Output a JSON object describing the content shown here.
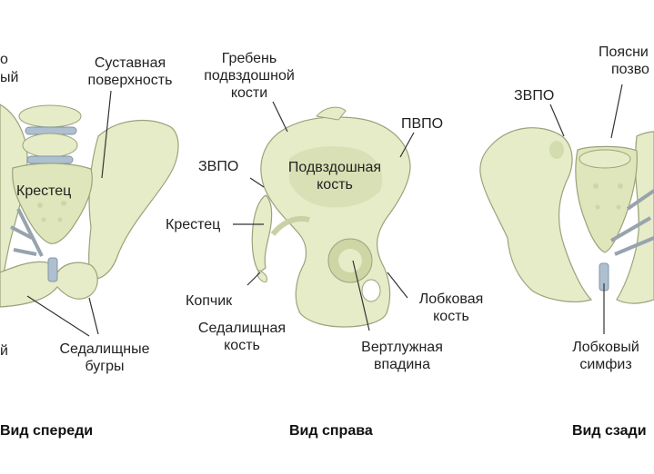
{
  "colors": {
    "bone": "#e6ebc8",
    "bone_dark": "#cdd6a4",
    "bone_outline": "#9aa37a",
    "disc": "#aebfcf",
    "ligament": "#97a3ad",
    "leader": "#333333",
    "text": "#222222"
  },
  "front": {
    "label_top_left_1": "о",
    "label_top_left_2": "ый",
    "joint_surface": [
      "Суставная",
      "поверхность"
    ],
    "sacrum": "Крестец",
    "label_bottom_left": "й",
    "ischial_tuberosities": [
      "Седалищные",
      "бугры"
    ],
    "title": "Вид спереди"
  },
  "side": {
    "iliac_crest": [
      "Гребень",
      "подвздошной",
      "кости"
    ],
    "zvpo": "ЗВПО",
    "pvpo": "ПВПО",
    "ilium": [
      "Подвздошная",
      "кость"
    ],
    "sacrum": "Крестец",
    "coccyx": "Копчик",
    "ischium": [
      "Седалищная",
      "кость"
    ],
    "pubic": [
      "Лобковая",
      "кость"
    ],
    "acetabulum": [
      "Вертлужная",
      "впадина"
    ],
    "title": "Вид справа"
  },
  "back": {
    "zvpo": "ЗВПО",
    "lumbar": [
      "Поясни",
      "позво"
    ],
    "symphysis": [
      "Лобковый",
      "симфиз"
    ],
    "title": "Вид сзади"
  }
}
